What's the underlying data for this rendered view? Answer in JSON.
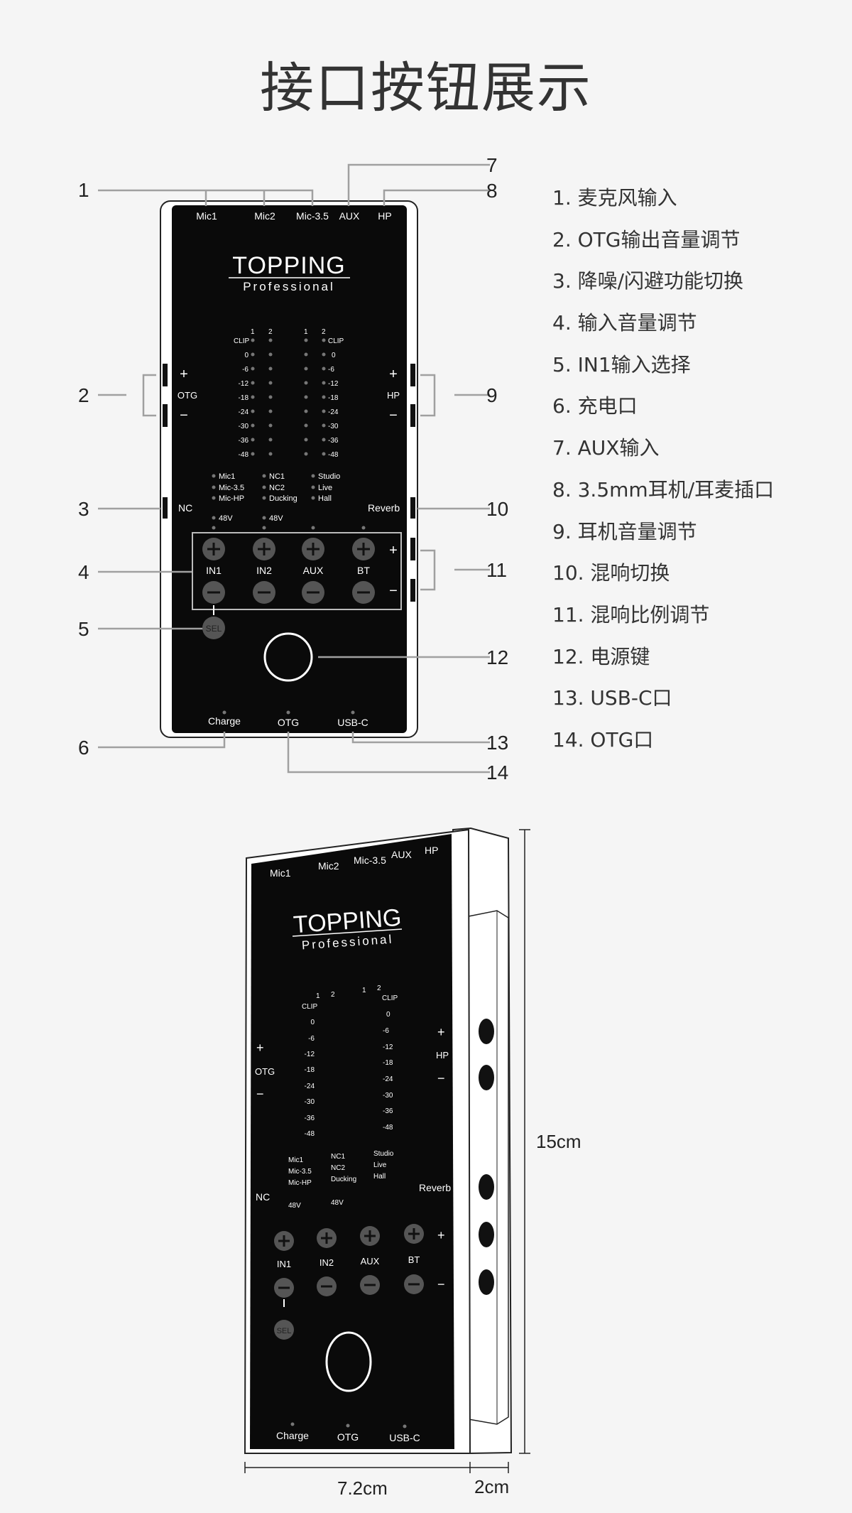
{
  "page_title": "接口按钮展示",
  "legend": [
    "1. 麦克风输入",
    "2. OTG输出音量调节",
    "3. 降噪/闪避功能切换",
    "4. 输入音量调节",
    "5. IN1输入选择",
    "6. 充电口",
    "7. AUX输入",
    "8. 3.5mm耳机/耳麦插口",
    "9. 耳机音量调节",
    "10. 混响切换",
    "11. 混响比例调节",
    "12. 电源键",
    "13. USB-C口",
    "14. OTG口"
  ],
  "callouts": [
    "1",
    "2",
    "3",
    "4",
    "5",
    "6",
    "7",
    "8",
    "9",
    "10",
    "11",
    "12",
    "13",
    "14"
  ],
  "device": {
    "brand": "TOPPING",
    "brand_sub": "Professional",
    "top_ports": [
      "Mic1",
      "Mic2",
      "Mic-3.5",
      "AUX",
      "HP"
    ],
    "otg_label": "OTG",
    "hp_label": "HP",
    "plus": "+",
    "minus": "−",
    "meter_channels": [
      "1",
      "2"
    ],
    "clip": "CLIP",
    "meter_levels": [
      "0",
      "-6",
      "-12",
      "-18",
      "-24",
      "-30",
      "-36",
      "-48"
    ],
    "mic_modes": [
      "Mic1",
      "Mic-3.5",
      "Mic-HP"
    ],
    "nc_modes": [
      "NC1",
      "NC2",
      "Ducking"
    ],
    "reverb_modes": [
      "Studio",
      "Live",
      "Hall"
    ],
    "phantom": "48V",
    "nc_label": "NC",
    "reverb_label": "Reverb",
    "channels": [
      "IN1",
      "IN2",
      "AUX",
      "BT"
    ],
    "sel": "SEL",
    "bottom_ports": [
      "Charge",
      "OTG",
      "USB-C"
    ]
  },
  "dimensions": {
    "height": "15cm",
    "width": "7.2cm",
    "depth": "2cm"
  },
  "colors": {
    "background": "#f5f5f5",
    "panel": "#0a0a0a",
    "leader_line": "#a0a0a0",
    "knob": "#555555"
  }
}
